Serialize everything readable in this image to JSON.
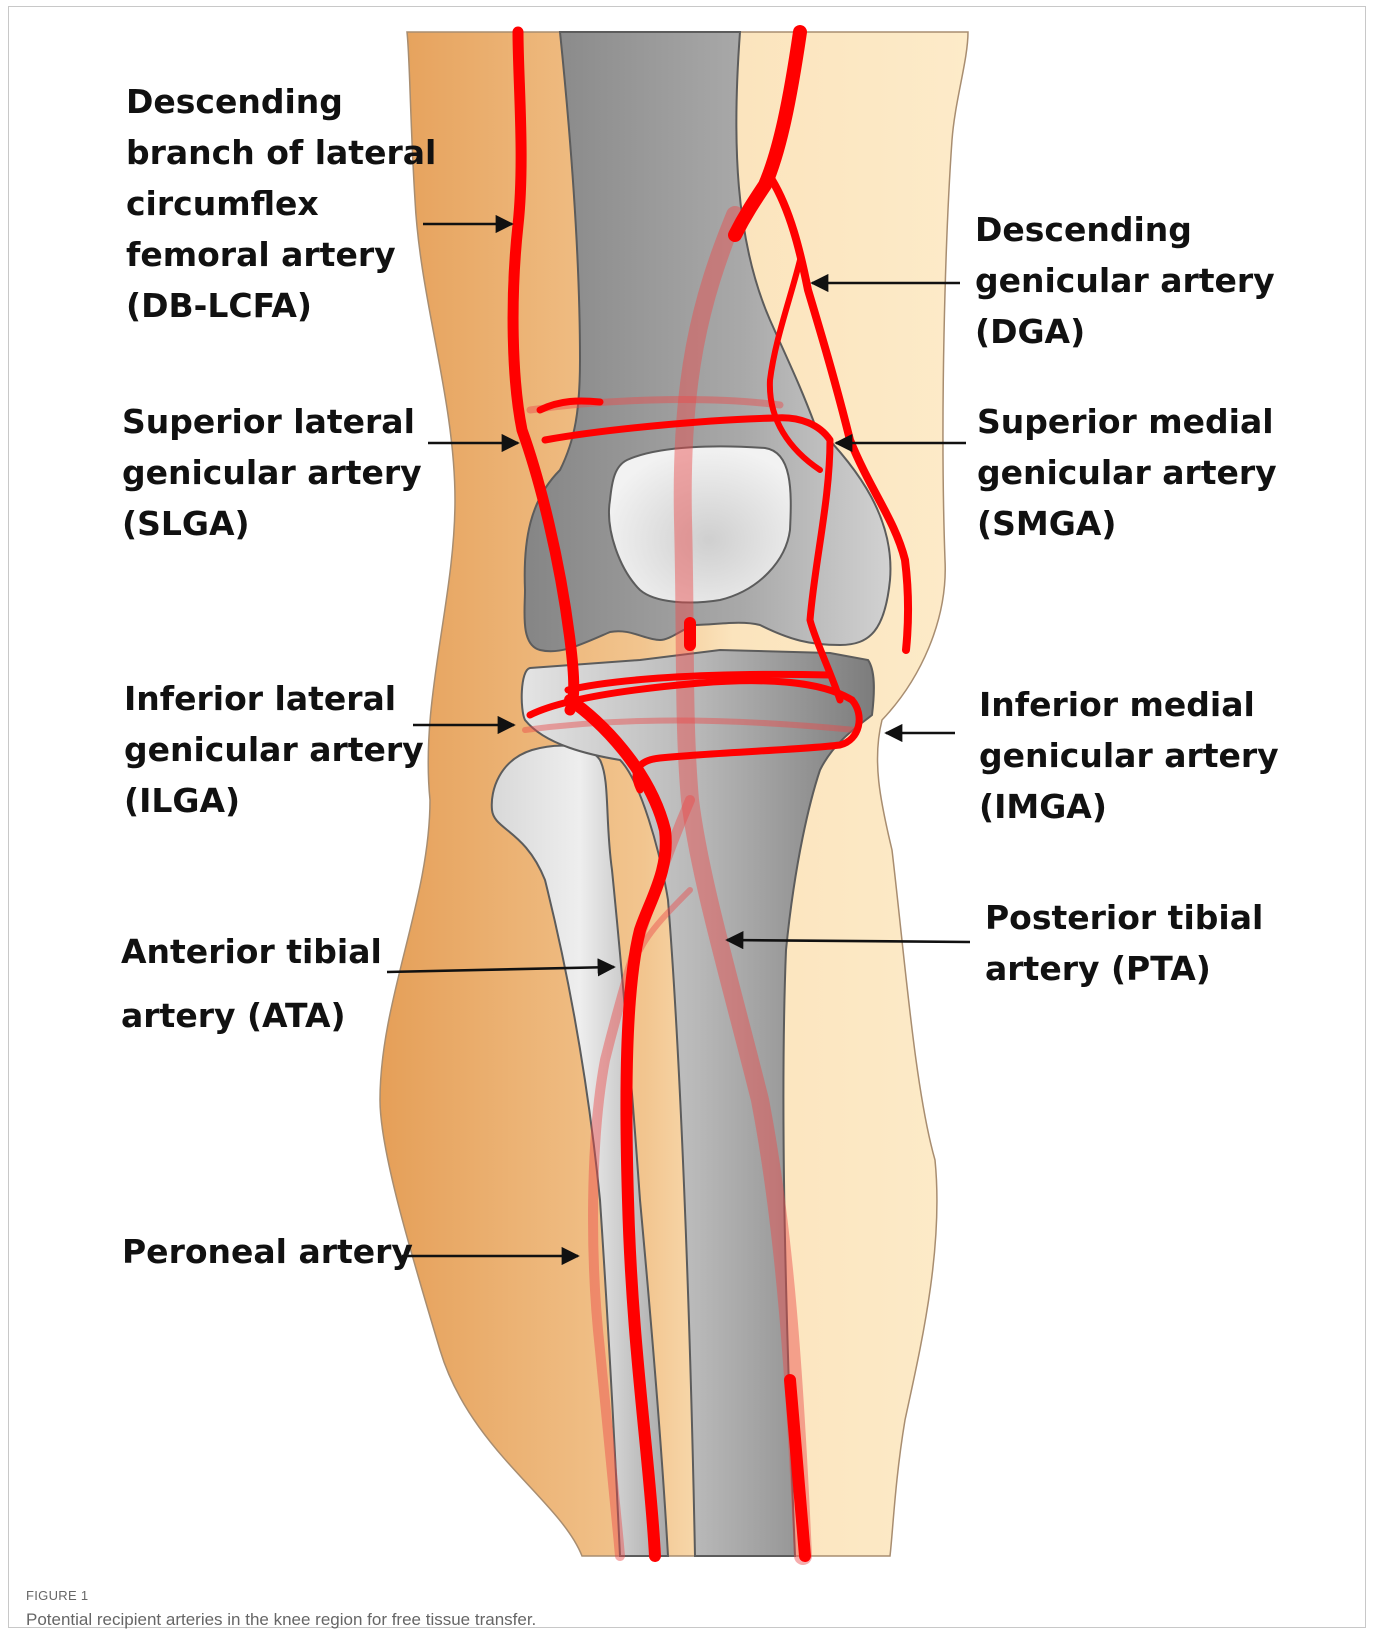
{
  "labels": {
    "db_lcfa": [
      "Descending",
      "branch of lateral",
      "circumflex",
      "femoral artery",
      "(DB-LCFA)"
    ],
    "dga": [
      "Descending",
      "genicular artery",
      "(DGA)"
    ],
    "slga": [
      "Superior lateral",
      "genicular artery",
      "(SLGA)"
    ],
    "smga": [
      "Superior medial",
      "genicular artery",
      "(SMGA)"
    ],
    "ilga": [
      "Inferior lateral",
      "genicular artery",
      "(ILGA)"
    ],
    "imga": [
      "Inferior medial",
      "genicular artery",
      "(IMGA)"
    ],
    "ata": [
      "Anterior tibial",
      "artery (ATA)"
    ],
    "pta": [
      "Posterior tibial",
      "artery (PTA)"
    ],
    "peroneal": [
      "Peroneal artery"
    ]
  },
  "caption": {
    "figure_number": "FIGURE 1",
    "text": "Potential recipient arteries in the knee region for free tissue transfer."
  },
  "colors": {
    "artery": "#ff0000",
    "skin_lateral": "#e8a562",
    "skin_medial": "#fbe6bf",
    "bone_dark": "#8a8a8a",
    "bone_light": "#e6e6e6"
  }
}
